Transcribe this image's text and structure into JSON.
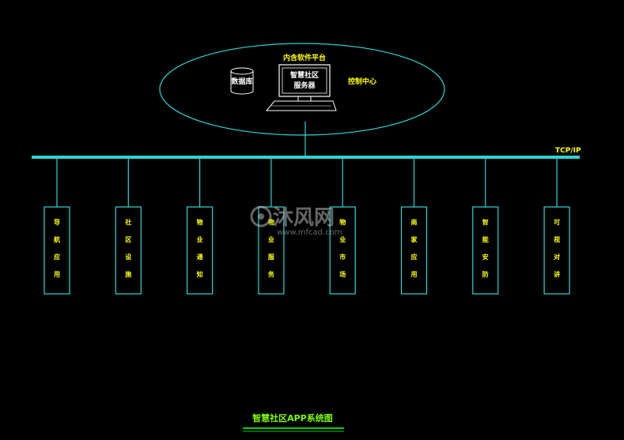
{
  "diagram": {
    "platform_label": "内含软件平台",
    "database_label": "数据库",
    "server_label_line1": "智慧社区",
    "server_label_line2": "服务器",
    "control_center_label": "控制中心",
    "bus_label": "TCP/IP",
    "modules": [
      {
        "label": "导航应用"
      },
      {
        "label": "社区设施"
      },
      {
        "label": "物业通知"
      },
      {
        "label": "物业服务"
      },
      {
        "label": "物业市场"
      },
      {
        "label": "商家应用"
      },
      {
        "label": "智能安防"
      },
      {
        "label": "可视对讲"
      }
    ],
    "title": "智慧社区APP系统图",
    "watermark_text": "沐风网",
    "watermark_url": "www.mfcad.com"
  },
  "colors": {
    "background": "#000000",
    "line": "#2fd4d4",
    "text_yellow": "#ffff00",
    "text_white": "#ffffff",
    "title_green": "#7cfc00",
    "underline": "#00cc00"
  }
}
